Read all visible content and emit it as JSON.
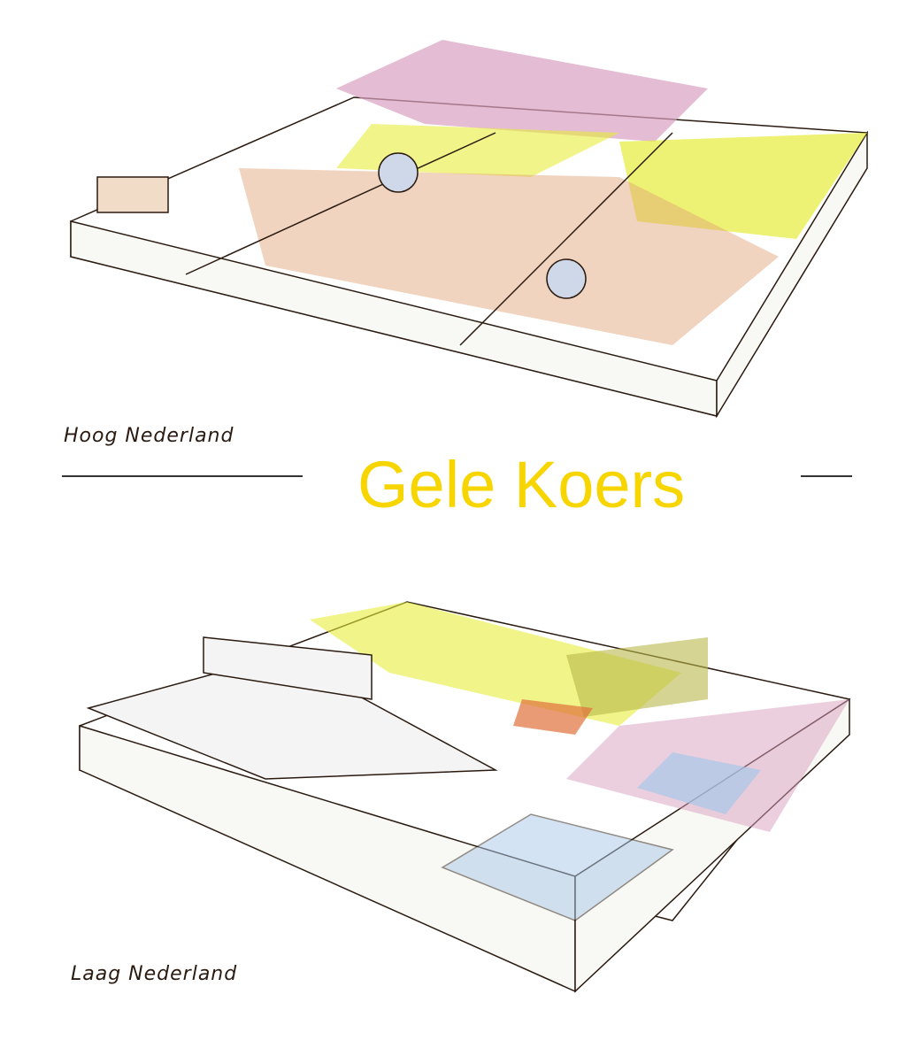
{
  "title": "Gele Koers",
  "labels": {
    "top": "Hoog Nederland",
    "bottom": "Laag Nederland"
  },
  "colors": {
    "title": "#f7d500",
    "field_yellow": "#e6ec3a",
    "greenhouse_orange": "#e0a070",
    "forest": "#b9b84a",
    "heath": "#d9a0c0",
    "water": "#a8c8e8"
  }
}
